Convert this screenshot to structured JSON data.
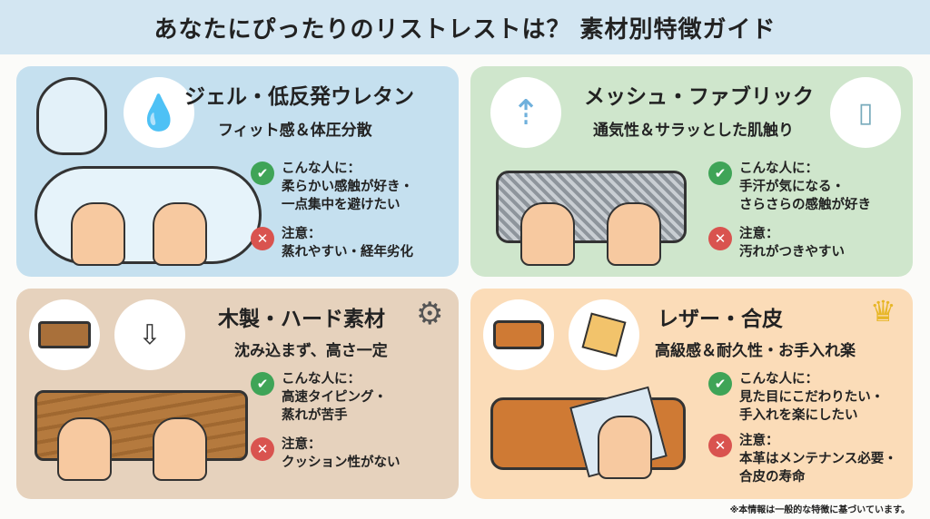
{
  "title": "あなたにぴったりのリストレストは？ 素材別特徴ガイド",
  "cards": [
    {
      "title": "ジェル・低反発ウレタン",
      "subtitle": "フィット感＆体圧分散",
      "good_label": "こんな人に：",
      "good": [
        "柔らかい感触が好き・",
        "一点集中を避けたい"
      ],
      "bad_label": "注意：",
      "bad": [
        "蒸れやすい・経年劣化"
      ],
      "icons": [
        "gel-wrist-pad-icon",
        "water-drop-icon"
      ]
    },
    {
      "title": "メッシュ・ファブリック",
      "subtitle": "通気性＆サラッとした肌触り",
      "good_label": "こんな人に：",
      "good": [
        "手汗が気になる・",
        "さらさらの感触が好き"
      ],
      "bad_label": "注意：",
      "bad": [
        "汚れがつきやすい"
      ],
      "icons": [
        "mesh-pad-airflow-icon",
        "towel-icon"
      ]
    },
    {
      "title": "木製・ハード素材",
      "subtitle": "沈み込まず、高さ一定",
      "good_label": "こんな人に：",
      "good": [
        "高速タイピング・",
        "蒸れが苦手"
      ],
      "bad_label": "注意：",
      "bad": [
        "クッション性がない"
      ],
      "icons": [
        "wood-block-icon",
        "press-down-icon",
        "gear-icon"
      ]
    },
    {
      "title": "レザー・合皮",
      "subtitle": "高級感＆耐久性・お手入れ楽",
      "good_label": "こんな人に：",
      "good": [
        "見た目にこだわりたい・",
        "手入れを楽にしたい"
      ],
      "bad_label": "注意：",
      "bad": [
        "本革はメンテナンス必要・",
        "合皮の寿命"
      ],
      "icons": [
        "leather-pad-icon",
        "cloth-icon",
        "crown-icon"
      ]
    }
  ],
  "footnote": "※本情報は一般的な特徴に基づいています。",
  "colors": {
    "gel": "#c5e0ef",
    "mesh": "#cfe6cc",
    "wood": "#e6d2bd",
    "leather": "#fbdcb8",
    "ok": "#3fa457",
    "ng": "#d9534f"
  }
}
